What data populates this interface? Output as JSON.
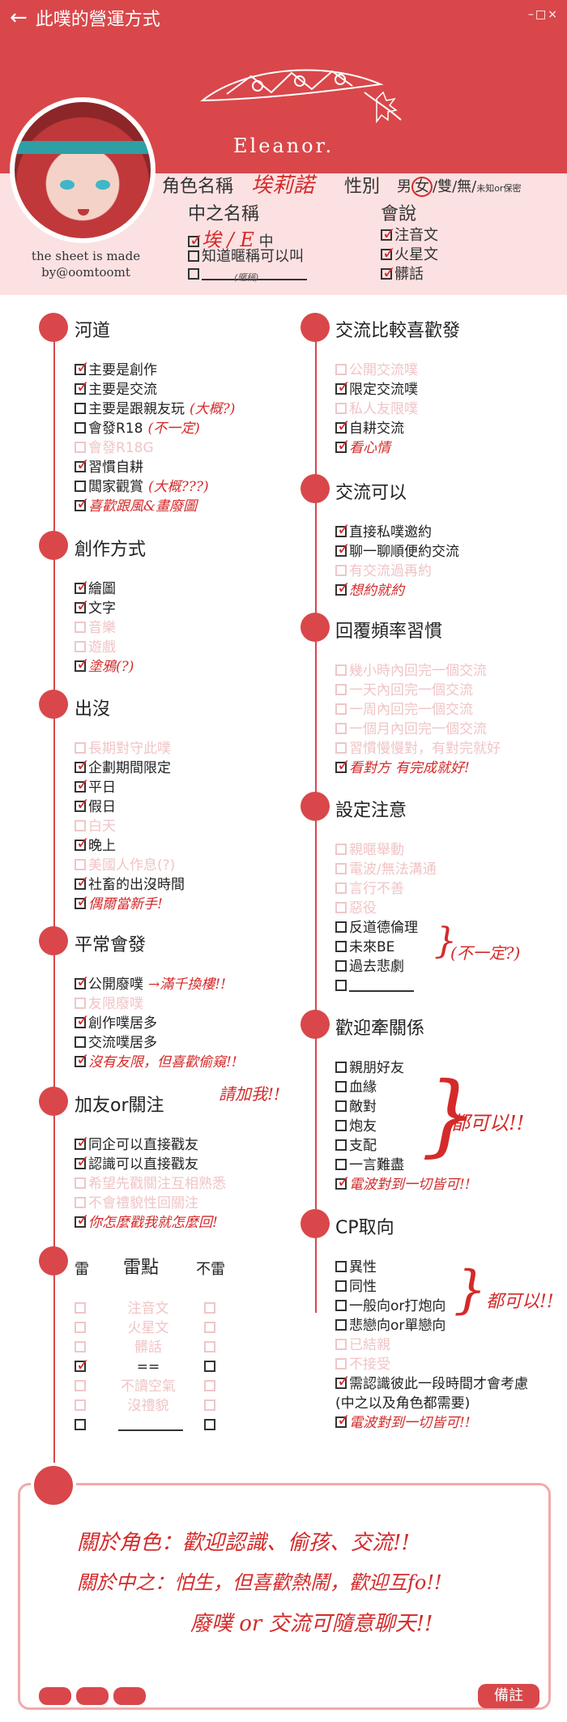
{
  "titlebar": {
    "back_icon": "←",
    "title": "此噗的營運方式",
    "window_icons": "–□×"
  },
  "banner": {
    "name": "Eleanor."
  },
  "profile": {
    "made_by": "the sheet is made by@oomtoomt",
    "char_label": "角色名稱",
    "char_value": "埃莉諾",
    "gender_label": "性別",
    "gender_male": "男",
    "gender_female": "女",
    "gender_rest": "/雙/無/",
    "gender_other": "未知or保密",
    "nakanohito_label": "中之名稱",
    "nakanohito_value": "埃 / E",
    "nakanohito_suffix": "中",
    "know_nick": "知道暱稱可以叫",
    "nick_hint": "(暱稱)",
    "lang_label": "會說",
    "lang": [
      "注音文",
      "火星文",
      "髒話"
    ]
  },
  "sections_left": {
    "hedao": {
      "title": "河道",
      "items": [
        {
          "text": "主要是創作",
          "checked": true
        },
        {
          "text": "主要是交流",
          "checked": true
        },
        {
          "text": "主要是跟親友玩",
          "note": "(大概?)",
          "checked": false
        },
        {
          "text": "會發R18",
          "note": "(不一定)",
          "checked": false
        },
        {
          "text": "會發R18G",
          "faded": true
        },
        {
          "text": "習慣自耕",
          "checked": true
        },
        {
          "text": "闆家觀賞",
          "note": "(大概???)",
          "checked": false
        },
        {
          "text": "喜歡跟風&畫廢圖",
          "hand": true,
          "checked": true
        }
      ]
    },
    "create": {
      "title": "創作方式",
      "items": [
        {
          "text": "繪圖",
          "checked": true
        },
        {
          "text": "文字",
          "checked": true
        },
        {
          "text": "音樂",
          "faded": true
        },
        {
          "text": "遊戲",
          "faded": true
        },
        {
          "text": "塗鴉(?)",
          "hand": true,
          "checked": true
        }
      ]
    },
    "appear": {
      "title": "出沒",
      "items": [
        {
          "text": "長期對守此噗",
          "faded": true
        },
        {
          "text": "企劃期間限定",
          "checked": true
        },
        {
          "text": "平日",
          "checked": true
        },
        {
          "text": "假日",
          "checked": true
        },
        {
          "text": "白天",
          "faded": true
        },
        {
          "text": "晚上",
          "checked": true
        },
        {
          "text": "美國人作息(?)",
          "faded": true
        },
        {
          "text": "社畜的出沒時間",
          "checked": true
        },
        {
          "text": "偶爾當新手!",
          "hand": true,
          "checked": true
        }
      ]
    },
    "usual": {
      "title": "平常會發",
      "items": [
        {
          "text": "公開廢噗",
          "note": "→滿千換樓!!",
          "checked": true
        },
        {
          "text": "友限廢噗",
          "faded": true
        },
        {
          "text": "創作噗居多",
          "checked": true
        },
        {
          "text": "交流噗居多",
          "checked": false
        },
        {
          "text": "沒有友限，但喜歡偷窺!!",
          "hand": true,
          "checked": true
        }
      ],
      "extra": "請加我!!"
    },
    "friend": {
      "title": "加友or關注",
      "items": [
        {
          "text": "同企可以直接戳友",
          "checked": true
        },
        {
          "text": "認識可以直接戳友",
          "checked": true
        },
        {
          "text": "希望先戳關注互相熟悉",
          "faded": true
        },
        {
          "text": "不會禮貌性回關注",
          "faded": true
        },
        {
          "text": "你怎麼戳我就怎麼回!",
          "hand": true,
          "checked": true
        }
      ]
    },
    "thunder": {
      "col_left": "雷",
      "col_mid": "雷點",
      "col_right": "不雷",
      "rows": [
        {
          "text": "注音文",
          "faded": true
        },
        {
          "text": "火星文",
          "faded": true
        },
        {
          "text": "髒話",
          "faded": true
        },
        {
          "text": "==",
          "left_checked": true
        },
        {
          "text": "不讀空氣",
          "faded": true
        },
        {
          "text": "沒禮貌",
          "faded": true
        },
        {
          "text": "",
          "blank": true
        }
      ]
    }
  },
  "sections_right": {
    "interact": {
      "title": "交流比較喜歡發",
      "items": [
        {
          "text": "公開交流噗",
          "faded": true
        },
        {
          "text": "限定交流噗",
          "checked": true
        },
        {
          "text": "私人友限噗",
          "faded": true
        },
        {
          "text": "自耕交流",
          "checked": true
        },
        {
          "text": "看心情",
          "hand": true,
          "checked": true
        }
      ]
    },
    "can": {
      "title": "交流可以",
      "items": [
        {
          "text": "直接私噗邀約",
          "checked": true
        },
        {
          "text": "聊一聊順便約交流",
          "checked": true
        },
        {
          "text": "有交流過再約",
          "faded": true
        },
        {
          "text": "想約就約",
          "hand": true,
          "checked": true
        }
      ]
    },
    "reply": {
      "title": "回覆頻率習慣",
      "items": [
        {
          "text": "幾小時內回完一個交流",
          "faded": true
        },
        {
          "text": "一天內回完一個交流",
          "faded": true
        },
        {
          "text": "一周內回完一個交流",
          "faded": true
        },
        {
          "text": "一個月內回完一個交流",
          "faded": true
        },
        {
          "text": "習慣慢慢對，有對完就好",
          "faded": true
        },
        {
          "text": "看對方",
          "note": "有完成就好!",
          "hand": true,
          "checked": true
        }
      ]
    },
    "setting": {
      "title": "設定注意",
      "items": [
        {
          "text": "親暱舉動",
          "faded": true
        },
        {
          "text": "電波/無法溝通",
          "faded": true
        },
        {
          "text": "言行不善",
          "faded": true
        },
        {
          "text": "惡役",
          "faded": true
        },
        {
          "text": "反道德倫理",
          "checked": false
        },
        {
          "text": "未來BE",
          "checked": false
        },
        {
          "text": "過去悲劇",
          "checked": false
        },
        {
          "text": "",
          "blank": true
        }
      ],
      "brace_note": "(不一定?)"
    },
    "relation": {
      "title": "歡迎牽關係",
      "items": [
        {
          "text": "親朋好友",
          "checked": false
        },
        {
          "text": "血緣",
          "checked": false
        },
        {
          "text": "敵對",
          "checked": false
        },
        {
          "text": "炮友",
          "checked": false
        },
        {
          "text": "支配",
          "checked": false
        },
        {
          "text": "一言難盡",
          "checked": false
        },
        {
          "text": "電波對到一切皆可!!",
          "hand": true,
          "checked": true
        }
      ],
      "brace_note": "都可以!!"
    },
    "cp": {
      "title": "CP取向",
      "items": [
        {
          "text": "異性",
          "checked": false
        },
        {
          "text": "同性",
          "checked": false
        },
        {
          "text": "一般向or打炮向",
          "checked": false
        },
        {
          "text": "悲戀向or單戀向",
          "checked": false
        },
        {
          "text": "已結親",
          "faded": true
        },
        {
          "text": "不接受",
          "faded": true
        },
        {
          "text": "需認識彼此一段時間才會考慮",
          "checked": true
        },
        {
          "text": "(中之以及角色都需要)",
          "plain": true
        },
        {
          "text": "電波對到一切皆可!!",
          "hand": true,
          "checked": true
        }
      ],
      "brace_note": "都可以!!"
    }
  },
  "notes": {
    "line1": "關於角色：歡迎認識、偷孩、交流!!",
    "line2": "關於中之：怕生，但喜歡熱鬧，歡迎互fo!!",
    "line3": "廢噗 or 交流可隨意聊天!!"
  },
  "footer": {
    "memo_label": "備註"
  },
  "colors": {
    "accent": "#d9474a",
    "pink": "#fbe1e2",
    "hand": "#d42a2a"
  }
}
